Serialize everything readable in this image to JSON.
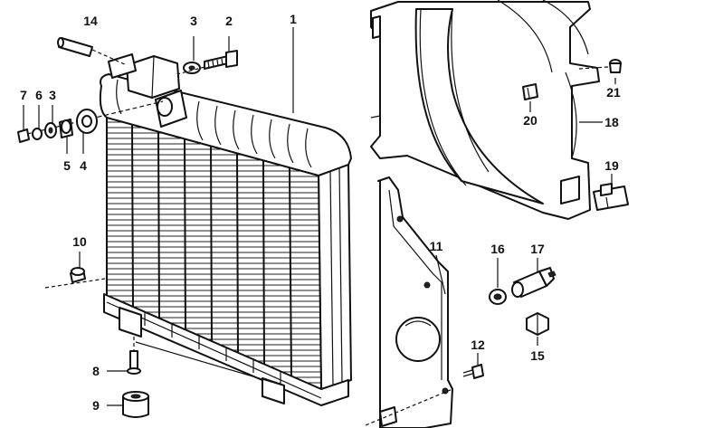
{
  "callouts": [
    {
      "id": "c1",
      "text": "1"
    },
    {
      "id": "c2",
      "text": "2"
    },
    {
      "id": "c3a",
      "text": "3"
    },
    {
      "id": "c3b",
      "text": "3"
    },
    {
      "id": "c4",
      "text": "4"
    },
    {
      "id": "c5",
      "text": "5"
    },
    {
      "id": "c6",
      "text": "6"
    },
    {
      "id": "c7",
      "text": "7"
    },
    {
      "id": "c8",
      "text": "8"
    },
    {
      "id": "c9",
      "text": "9"
    },
    {
      "id": "c10",
      "text": "10"
    },
    {
      "id": "c11",
      "text": "11"
    },
    {
      "id": "c12",
      "text": "12"
    },
    {
      "id": "c14",
      "text": "14"
    },
    {
      "id": "c15",
      "text": "15"
    },
    {
      "id": "c16",
      "text": "16"
    },
    {
      "id": "c17",
      "text": "17"
    },
    {
      "id": "c18",
      "text": "18"
    },
    {
      "id": "c19",
      "text": "19"
    },
    {
      "id": "c20",
      "text": "20"
    },
    {
      "id": "c21",
      "text": "21"
    }
  ]
}
